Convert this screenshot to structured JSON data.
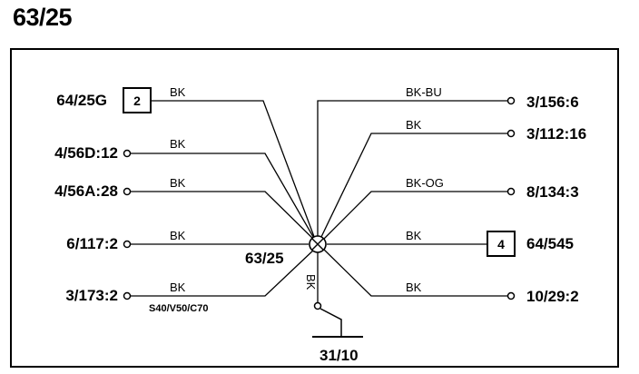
{
  "title": "63/25",
  "hub_label": "63/25",
  "ground": {
    "label": "31/10",
    "wire": "BK"
  },
  "left": [
    {
      "terminal": "64/25G",
      "wire": "BK",
      "box": "2"
    },
    {
      "terminal": "4/56D:12",
      "wire": "BK"
    },
    {
      "terminal": "4/56A:28",
      "wire": "BK"
    },
    {
      "terminal": "6/117:2",
      "wire": "BK"
    },
    {
      "terminal": "3/173:2",
      "wire": "BK",
      "note": "S40/V50/C70"
    }
  ],
  "right": [
    {
      "terminal": "3/156:6",
      "wire": "BK-BU"
    },
    {
      "terminal": "3/112:16",
      "wire": "BK"
    },
    {
      "terminal": "8/134:3",
      "wire": "BK-OG"
    },
    {
      "terminal": "64/545",
      "wire": "BK",
      "box": "4"
    },
    {
      "terminal": "10/29:2",
      "wire": "BK"
    }
  ]
}
